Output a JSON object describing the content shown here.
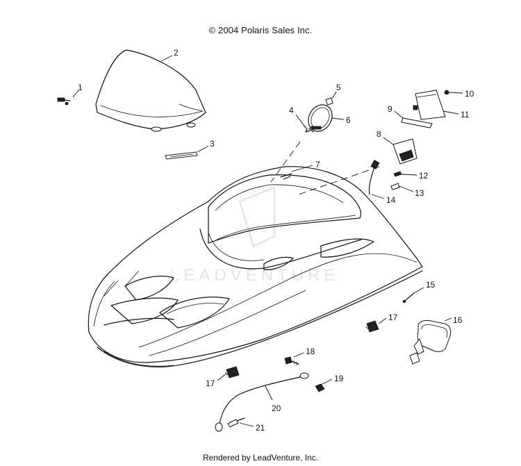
{
  "copyright": "© 2004 Polaris Sales Inc.",
  "footer": "Rendered by LeadVenture, Inc.",
  "watermark": "LEADVENTURE",
  "callouts": [
    {
      "id": "c1",
      "label": "1"
    },
    {
      "id": "c2",
      "label": "2"
    },
    {
      "id": "c3",
      "label": "3"
    },
    {
      "id": "c4",
      "label": "4"
    },
    {
      "id": "c5",
      "label": "5"
    },
    {
      "id": "c6",
      "label": "6"
    },
    {
      "id": "c7",
      "label": "7"
    },
    {
      "id": "c8",
      "label": "8"
    },
    {
      "id": "c9",
      "label": "9"
    },
    {
      "id": "c10",
      "label": "10"
    },
    {
      "id": "c11",
      "label": "11"
    },
    {
      "id": "c12",
      "label": "12"
    },
    {
      "id": "c13",
      "label": "13"
    },
    {
      "id": "c14",
      "label": "14"
    },
    {
      "id": "c15",
      "label": "15"
    },
    {
      "id": "c16",
      "label": "16"
    },
    {
      "id": "c17a",
      "label": "17"
    },
    {
      "id": "c17b",
      "label": "17"
    },
    {
      "id": "c18",
      "label": "18"
    },
    {
      "id": "c19",
      "label": "19"
    },
    {
      "id": "c20",
      "label": "20"
    },
    {
      "id": "c21",
      "label": "21"
    }
  ]
}
